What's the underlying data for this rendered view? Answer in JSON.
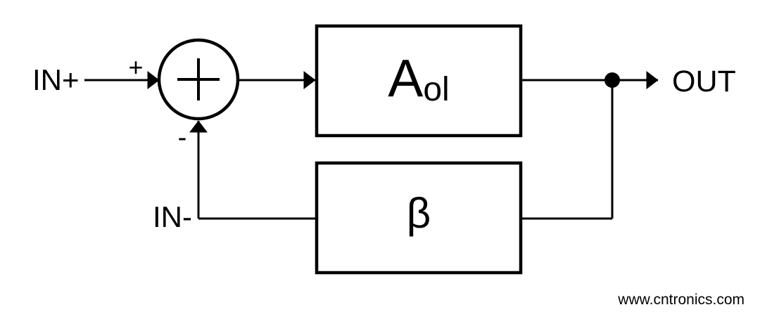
{
  "diagram": {
    "labels": {
      "in_plus": "IN+",
      "in_minus": "IN-",
      "out": "OUT",
      "sum_plus_sign": "+",
      "sum_minus_sign": "-",
      "forward_gain_main": "A",
      "forward_gain_subscript": "ol",
      "feedback_gain": "β"
    },
    "watermark": "www.cntronics.com",
    "colors": {
      "line": "#000000",
      "background": "#ffffff",
      "watermark": "#c9e5bf"
    }
  }
}
